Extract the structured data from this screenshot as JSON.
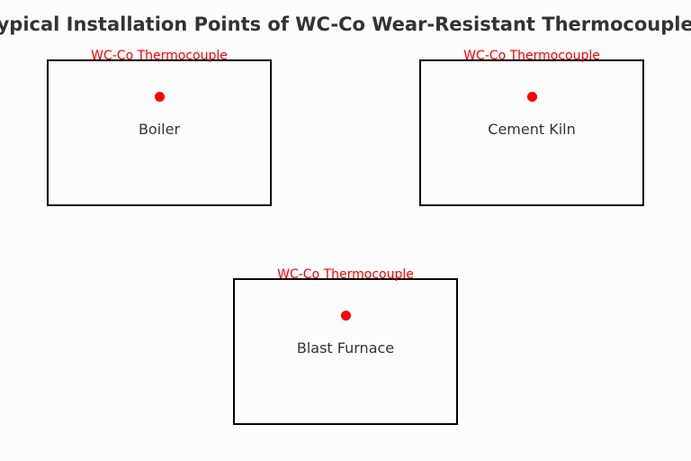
{
  "title": "Typical Installation Points of WC-Co Wear-Resistant Thermocouples",
  "sites": [
    {
      "name": "Boiler",
      "tag": "WC-Co Thermocouple"
    },
    {
      "name": "Cement Kiln",
      "tag": "WC-Co Thermocouple"
    },
    {
      "name": "Blast Furnace",
      "tag": "WC-Co Thermocouple"
    }
  ],
  "colors": {
    "marker": "#ff0000",
    "text": "#333333"
  }
}
